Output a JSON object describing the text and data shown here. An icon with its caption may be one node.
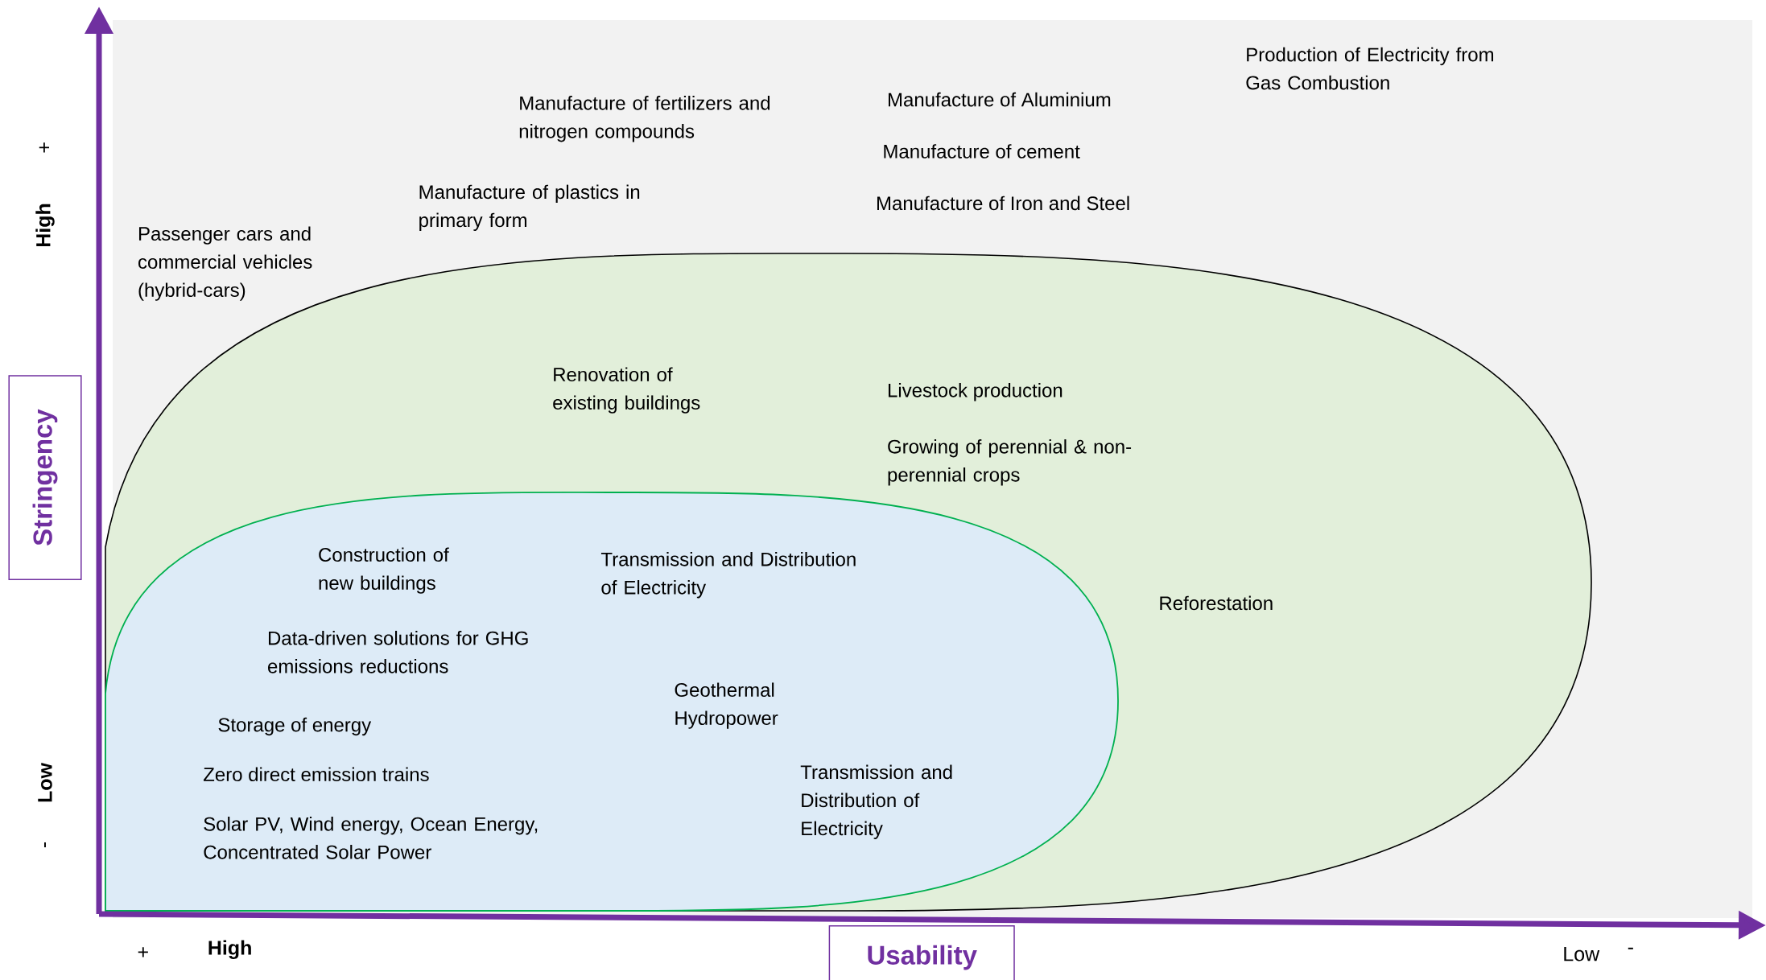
{
  "diagram": {
    "nodes": [
      {
        "text": [
          "Stringency"
        ]
      },
      {
        "text": [
          "Usability"
        ]
      }
    ],
    "labels": [
      "+",
      "High",
      "Production of Electricity from Gas Combustion",
      "Manufacture of Aluminium",
      "Manufacture of fertilizers and nitrogen compounds",
      "Manufacture of cement",
      "Manufacture of plastics in primary form",
      "Manufacture of Iron and Steel",
      "Passenger cars and commercial vehicles (hybrid-cars)",
      "Renovation of existing buildings",
      "Livestock production",
      "Growing of perennial & non-perennial crops",
      "Construction of new buildings",
      "Transmission and Distribution of Electricity",
      "Reforestation",
      "Data-driven solutions for GHG emissions reductions",
      "Geothermal Hydropower",
      "Storage of energy",
      "Zero direct emission trains",
      "Transmission and Distribution of Electricity",
      "Solar PV, Wind energy, Ocean Energy, Concentrated Solar Power",
      "Low",
      "-",
      "+",
      "High",
      "Low",
      "-"
    ]
  }
}
